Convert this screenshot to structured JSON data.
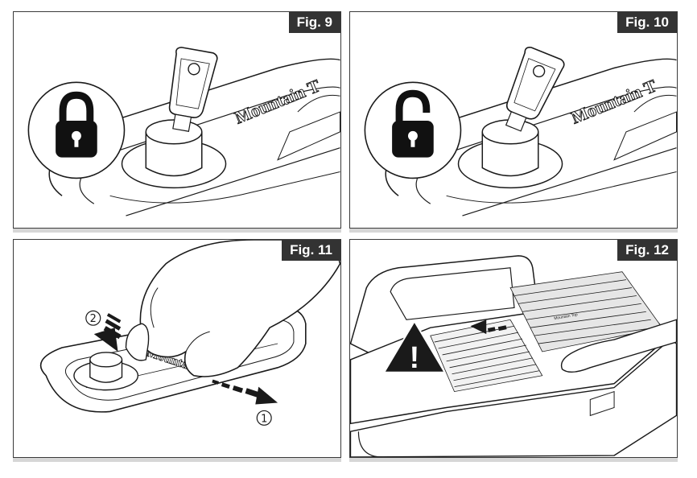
{
  "figures": [
    {
      "label": "Fig. 9",
      "brand_text": "Mountain T",
      "lock_state": "locked-padlock-icon"
    },
    {
      "label": "Fig. 10",
      "brand_text": "Mountain T",
      "lock_state": "unlocked-padlock-icon"
    },
    {
      "label": "Fig. 11",
      "brand_text": "Mountain",
      "step_1": "1",
      "step_2": "2"
    },
    {
      "label": "Fig. 12",
      "warning": "!",
      "cover_text": "Mountain Top"
    }
  ],
  "colors": {
    "label_bg": "#333333",
    "line": "#1a1a1a",
    "panel_border": "#3a3a3a"
  }
}
